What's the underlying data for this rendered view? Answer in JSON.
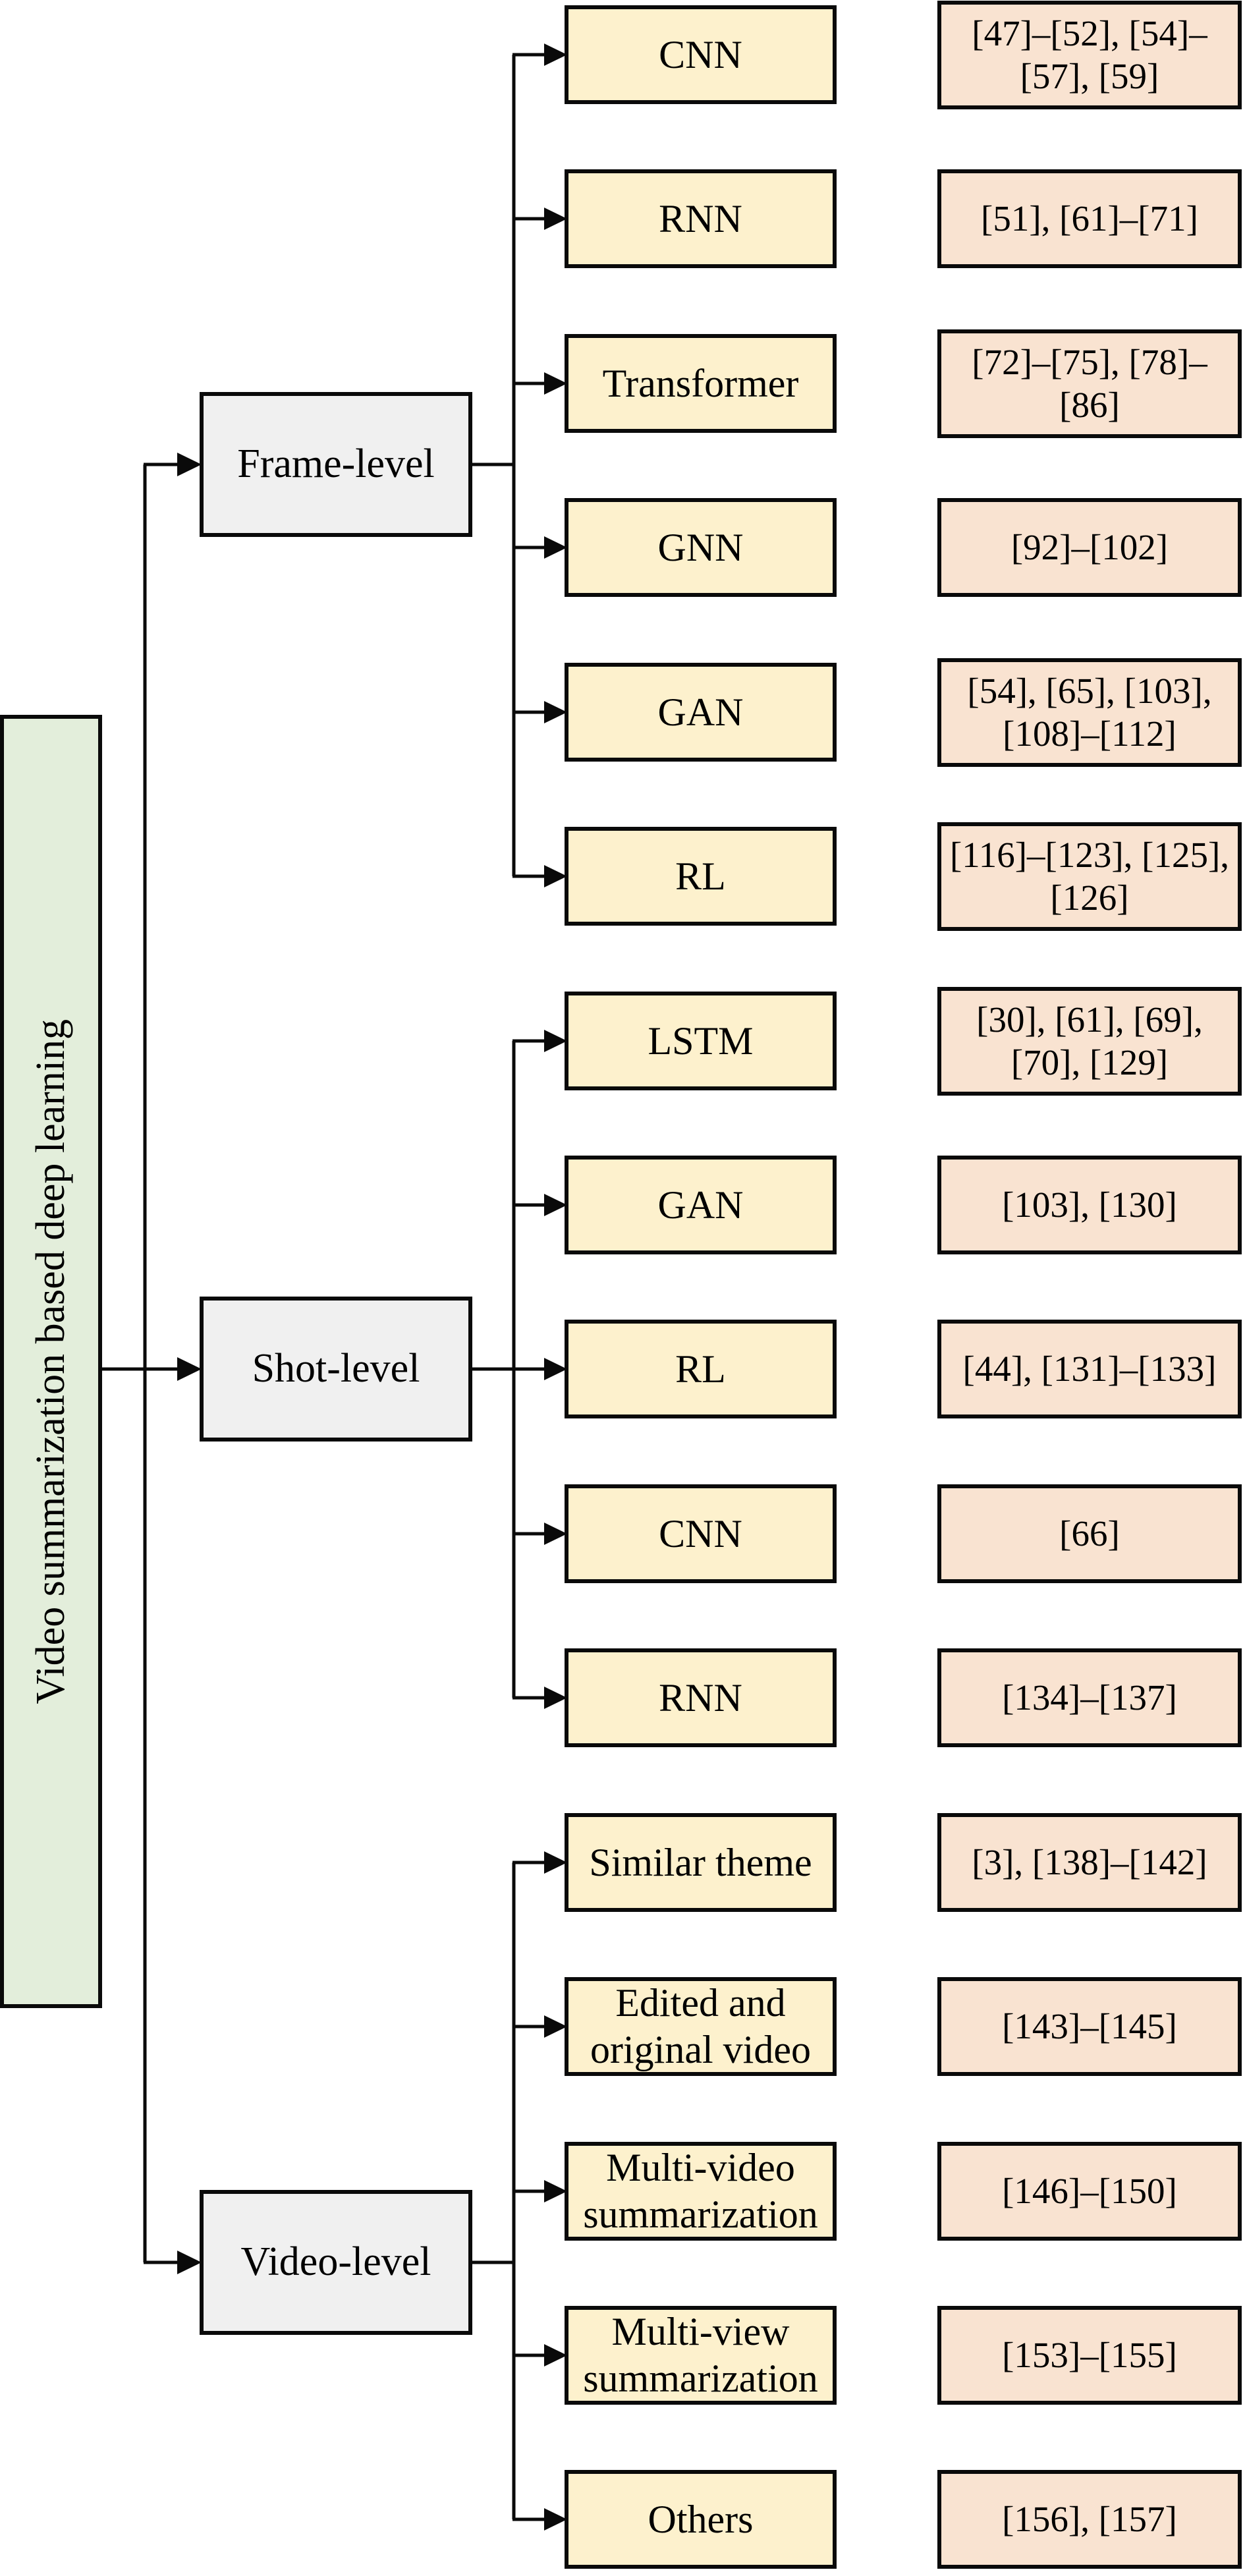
{
  "root": {
    "label": "Video summarization based deep learning"
  },
  "colors": {
    "root_fill": "#e3eedb",
    "level_fill": "#f0f0f0",
    "method_fill": "#fdf1cd",
    "refs_fill": "#f9e3d1",
    "line": "#000000"
  },
  "groups": [
    {
      "level_label": "Frame-level",
      "rows": [
        {
          "method": "CNN",
          "refs": "[47]–[52], [54]–[57], [59]"
        },
        {
          "method": "RNN",
          "refs": "[51], [61]–[71]"
        },
        {
          "method": "Transformer",
          "refs": "[72]–[75], [78]–[86]"
        },
        {
          "method": "GNN",
          "refs": "[92]–[102]"
        },
        {
          "method": "GAN",
          "refs": "[54], [65], [103], [108]–[112]"
        },
        {
          "method": "RL",
          "refs": "[116]–[123], [125], [126]"
        }
      ]
    },
    {
      "level_label": "Shot-level",
      "rows": [
        {
          "method": "LSTM",
          "refs": "[30], [61], [69], [70], [129]"
        },
        {
          "method": "GAN",
          "refs": "[103], [130]"
        },
        {
          "method": "RL",
          "refs": "[44], [131]–[133]"
        },
        {
          "method": "CNN",
          "refs": "[66]"
        },
        {
          "method": "RNN",
          "refs": "[134]–[137]"
        }
      ]
    },
    {
      "level_label": "Video-level",
      "rows": [
        {
          "method": "Similar theme",
          "refs": "[3], [138]–[142]"
        },
        {
          "method": "Edited and original video",
          "refs": "[143]–[145]"
        },
        {
          "method": "Multi-video summarization",
          "refs": "[146]–[150]"
        },
        {
          "method": "Multi-view summarization",
          "refs": "[153]–[155]"
        },
        {
          "method": "Others",
          "refs": "[156], [157]"
        }
      ]
    }
  ]
}
